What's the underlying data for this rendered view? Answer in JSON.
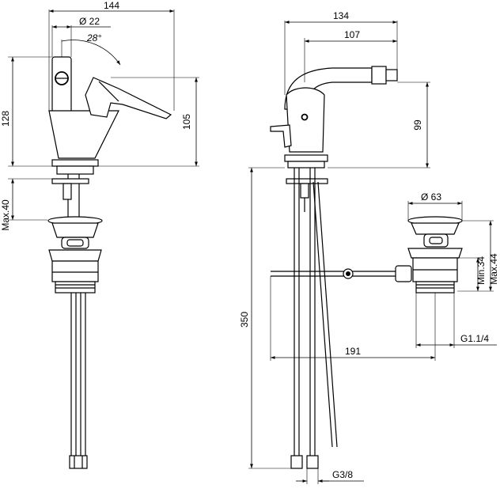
{
  "dimensions": {
    "width_total": "144",
    "diameter_spout": "22",
    "lever_angle": "28°",
    "height_total": "128",
    "height_spout": "105",
    "max_deck": "Max.40",
    "depth_total": "134",
    "reach": "107",
    "height_outlet": "99",
    "hose_length": "350",
    "waste_diameter": "63",
    "waste_min": "Min.34",
    "waste_max": "Max.44",
    "pull_rod": "191",
    "waste_thread": "G1.1/4",
    "supply_thread": "G3/8"
  }
}
